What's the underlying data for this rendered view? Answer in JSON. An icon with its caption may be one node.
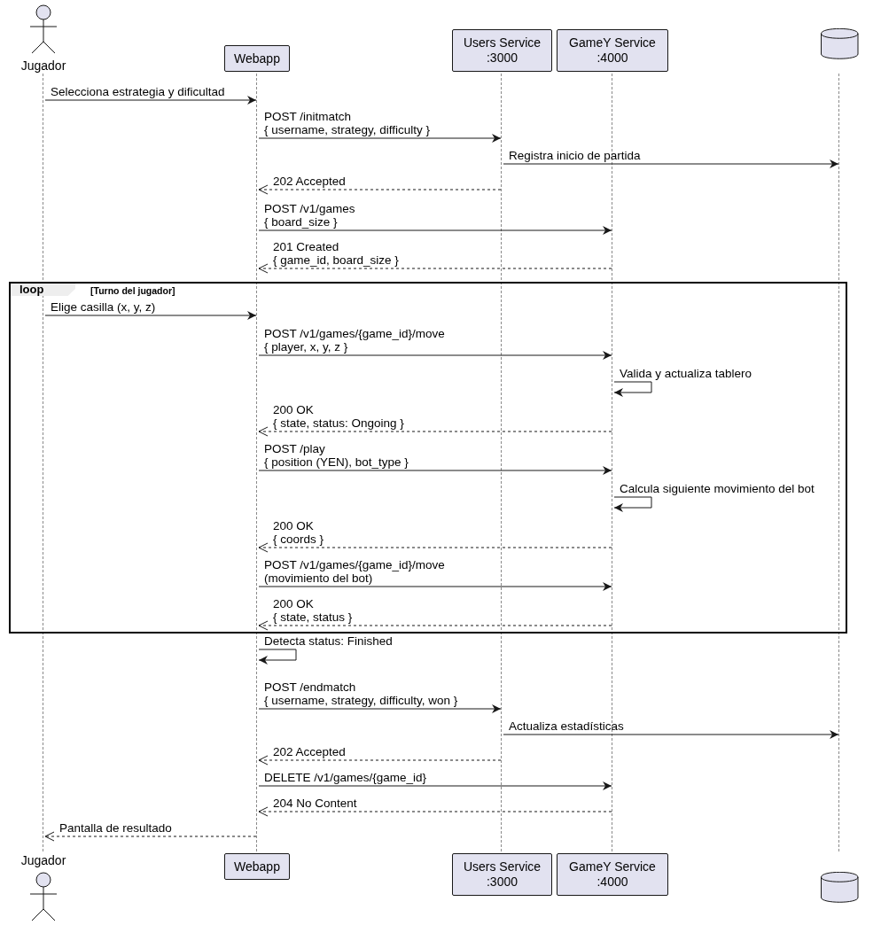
{
  "diagram": {
    "nodes": [
      {
        "text": [
          "Jugador"
        ]
      },
      {
        "text": [
          "Webapp"
        ]
      },
      {
        "text": [
          "Users Service :3000"
        ]
      },
      {
        "text": [
          "GameY Service :4000"
        ]
      },
      {
        "text": [],
        "shape": "cylinder"
      },
      {
        "text": [],
        "shape": "line"
      },
      {
        "text": [],
        "shape": "line"
      },
      {
        "text": [],
        "shape": "line"
      },
      {
        "text": [],
        "shape": "line"
      },
      {
        "text": [],
        "shape": "line"
      },
      {
        "text": [
          "Jugador"
        ]
      },
      {
        "text": [
          "Webapp"
        ]
      },
      {
        "text": [
          "Users Service :3000"
        ]
      },
      {
        "text": [
          "GameY Service :4000"
        ]
      },
      {
        "text": [],
        "shape": "cylinder"
      }
    ],
    "edges": [
      {
        "from": 5,
        "to": 6,
        "arrow": "to",
        "label": "Selecciona estrategia y dificultad"
      },
      {
        "from": 6,
        "to": 7,
        "arrow": "to",
        "label": "POST /initmatch { username, strategy, difficulty }"
      },
      {
        "from": 7,
        "to": 9,
        "arrow": "to",
        "label": "Registra inicio de partida"
      },
      {
        "from": 7,
        "to": 6,
        "arrow": "to",
        "style": "dashed",
        "label": "202 Accepted"
      },
      {
        "from": 6,
        "to": 8,
        "arrow": "to",
        "label": "POST /v1/games { board_size }"
      },
      {
        "from": 8,
        "to": 6,
        "arrow": "to",
        "style": "dashed",
        "label": "201 Created { game_id, board_size }"
      },
      {
        "from": 5,
        "to": 6,
        "arrow": "to",
        "label": "Elige casilla (x, y, z)"
      },
      {
        "from": 6,
        "to": 8,
        "arrow": "to",
        "label": "POST /v1/games/{game_id}/move { player, x, y, z }"
      },
      {
        "from": 8,
        "to": 8,
        "arrow": "to",
        "label": "Valida y actualiza tablero"
      },
      {
        "from": 8,
        "to": 6,
        "arrow": "to",
        "style": "dashed",
        "label": "200 OK { state, status: Ongoing }"
      },
      {
        "from": 6,
        "to": 8,
        "arrow": "to",
        "label": "POST /play { position (YEN), bot_type }"
      },
      {
        "from": 8,
        "to": 8,
        "arrow": "to",
        "label": "Calcula siguiente movimiento del bot"
      },
      {
        "from": 8,
        "to": 6,
        "arrow": "to",
        "style": "dashed",
        "label": "200 OK { coords }"
      },
      {
        "from": 6,
        "to": 8,
        "arrow": "to",
        "label": "POST /v1/games/{game_id}/move (movimiento del bot)"
      },
      {
        "from": 8,
        "to": 6,
        "arrow": "to",
        "style": "dashed",
        "label": "200 OK { state, status }"
      },
      {
        "from": 6,
        "to": 6,
        "arrow": "to",
        "label": "Detecta status: Finished"
      },
      {
        "from": 6,
        "to": 7,
        "arrow": "to",
        "label": "POST /endmatch { username, strategy, difficulty, won }"
      },
      {
        "from": 7,
        "to": 9,
        "arrow": "to",
        "label": "Actualiza estadísticas"
      },
      {
        "from": 7,
        "to": 6,
        "arrow": "to",
        "style": "dashed",
        "label": "202 Accepted"
      },
      {
        "from": 6,
        "to": 8,
        "arrow": "to",
        "label": "DELETE /v1/games/{game_id}"
      },
      {
        "from": 8,
        "to": 6,
        "arrow": "to",
        "style": "dashed",
        "label": "204 No Content"
      },
      {
        "from": 6,
        "to": 5,
        "arrow": "to",
        "style": "dashed",
        "label": "Pantalla de resultado"
      }
    ],
    "labels": [
      "loop",
      "[Turno del jugador]"
    ]
  }
}
